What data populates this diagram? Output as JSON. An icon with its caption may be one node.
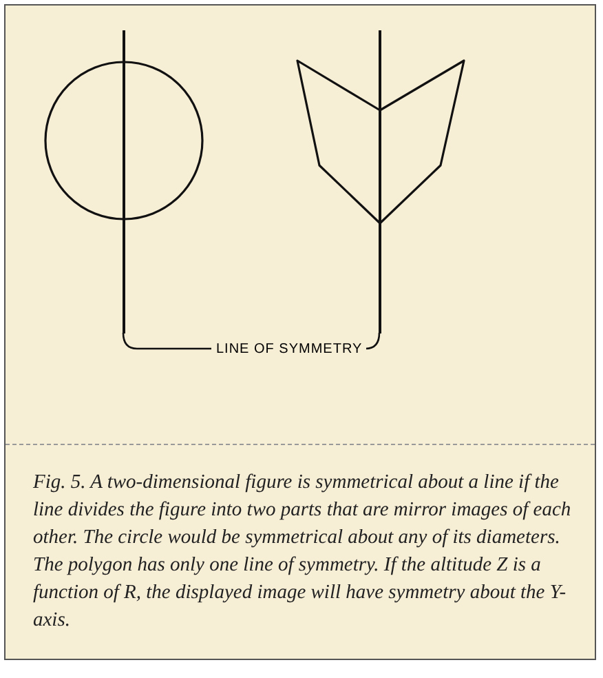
{
  "diagram": {
    "caption": "Fig. 5. A two-dimensional figure is symmetrical about a line if the line divides the figure into two parts that are mirror images of each other. The circle would be symmetrical about any of its diameters. The polygon has only one line of symmetry. If the altitude Z is a function of R, the displayed image will have symmetry about the Y-axis.",
    "nodes": [
      {
        "text": [
          "LINE OF SYMMETRY"
        ]
      },
      {
        "text": [],
        "shape": "line"
      },
      {
        "text": [],
        "shape": "line"
      }
    ],
    "edges": [
      {
        "from": 0,
        "to": 1,
        "arrow": "none"
      },
      {
        "from": 0,
        "to": 2,
        "arrow": "none"
      }
    ]
  }
}
